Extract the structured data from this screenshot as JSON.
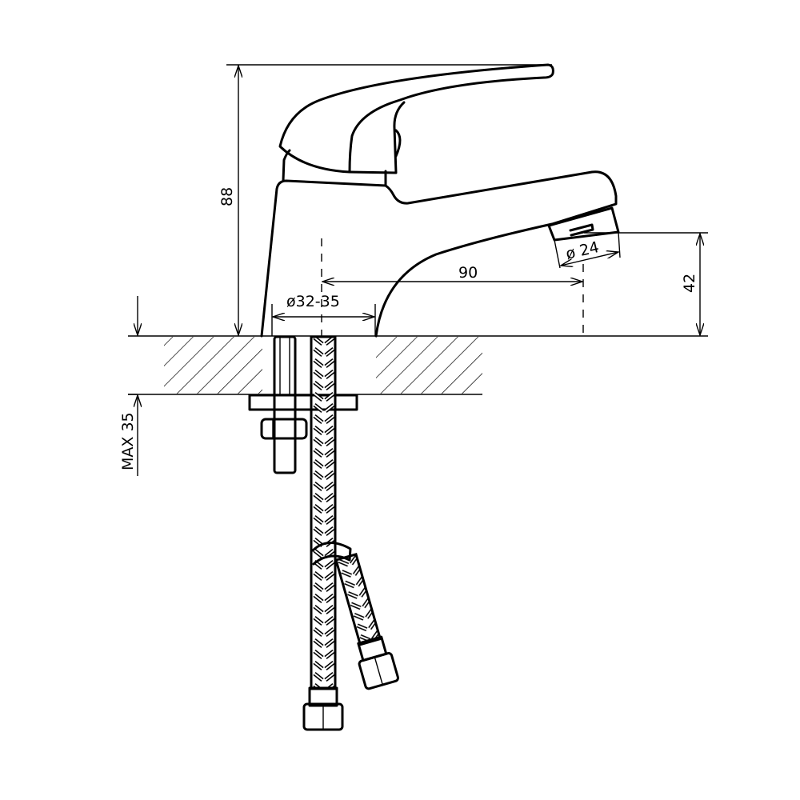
{
  "title": "Basin mixer dimension drawing",
  "colors": {
    "line": "#000000",
    "background": "#ffffff"
  },
  "dimensions": {
    "height": "88",
    "spout_height": "42",
    "spout_reach": "90",
    "hole_diameter": "ø32-35",
    "aerator_diameter": "ø 24",
    "max_counter_thickness": "MAX 35"
  }
}
